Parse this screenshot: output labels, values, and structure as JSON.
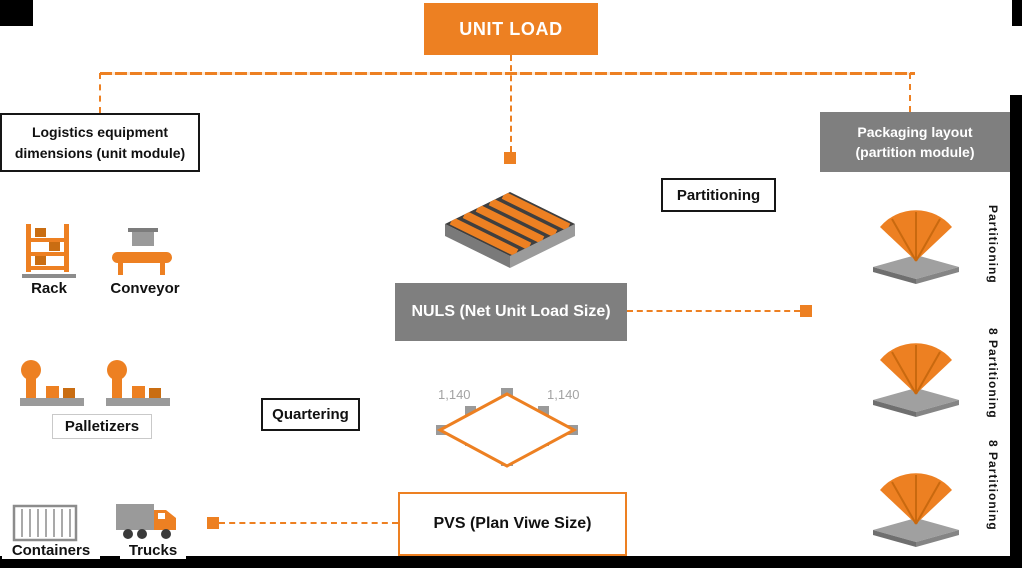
{
  "colors": {
    "accent_orange": "#ED8022",
    "box_gray": "#7F7F7F",
    "frame_black": "#000000"
  },
  "root": {
    "title": "UNIT LOAD"
  },
  "branches": {
    "left": {
      "line1": "Logistics equipment",
      "line2": "dimensions (unit module)"
    },
    "right": {
      "line1": "Packaging layout",
      "line2": "(partition module)"
    }
  },
  "process": {
    "partitioning": "Partitioning",
    "quartering": "Quartering",
    "nuls": "NULS (Net Unit Load Size)",
    "pvs": "PVS (Plan Viwe Size)"
  },
  "equipment": [
    {
      "name": "rack",
      "label": "Rack"
    },
    {
      "name": "conveyor",
      "label": "Conveyor"
    },
    {
      "name": "palletizers",
      "label": "Palletizers"
    },
    {
      "name": "containers",
      "label": "Containers"
    },
    {
      "name": "trucks",
      "label": "Trucks"
    }
  ],
  "plan_view": {
    "dim_left": "1,140",
    "dim_right": "1,140"
  },
  "partition_column": [
    {
      "label": "Partitioning"
    },
    {
      "label": "8 Partitioning"
    },
    {
      "label": "8 Partitioning"
    }
  ]
}
